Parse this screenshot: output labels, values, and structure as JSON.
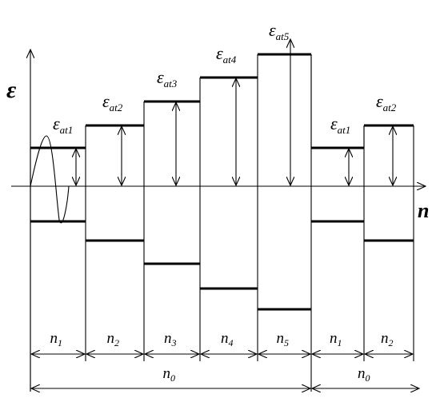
{
  "axes": {
    "vertical_label": "ε",
    "horizontal_label": "n"
  },
  "upper_levels": [
    {
      "main": "ε",
      "sub": "at1"
    },
    {
      "main": "ε",
      "sub": "at2"
    },
    {
      "main": "ε",
      "sub": "at3"
    },
    {
      "main": "ε",
      "sub": "at4"
    },
    {
      "main": "ε",
      "sub": "at5"
    },
    {
      "main": "ε",
      "sub": "at1"
    },
    {
      "main": "ε",
      "sub": "at2"
    }
  ],
  "segments": [
    {
      "main": "n",
      "sub": "1"
    },
    {
      "main": "n",
      "sub": "2"
    },
    {
      "main": "n",
      "sub": "3"
    },
    {
      "main": "n",
      "sub": "4"
    },
    {
      "main": "n",
      "sub": "5"
    },
    {
      "main": "n",
      "sub": "1"
    },
    {
      "main": "n",
      "sub": "2"
    }
  ],
  "totals": [
    {
      "main": "n",
      "sub": "0"
    },
    {
      "main": "n",
      "sub": "0"
    }
  ],
  "relative_levels": {
    "upper": [
      1,
      2,
      3,
      4,
      5,
      1,
      2
    ],
    "lower": [
      1,
      2,
      3,
      4,
      5,
      1,
      2
    ]
  }
}
